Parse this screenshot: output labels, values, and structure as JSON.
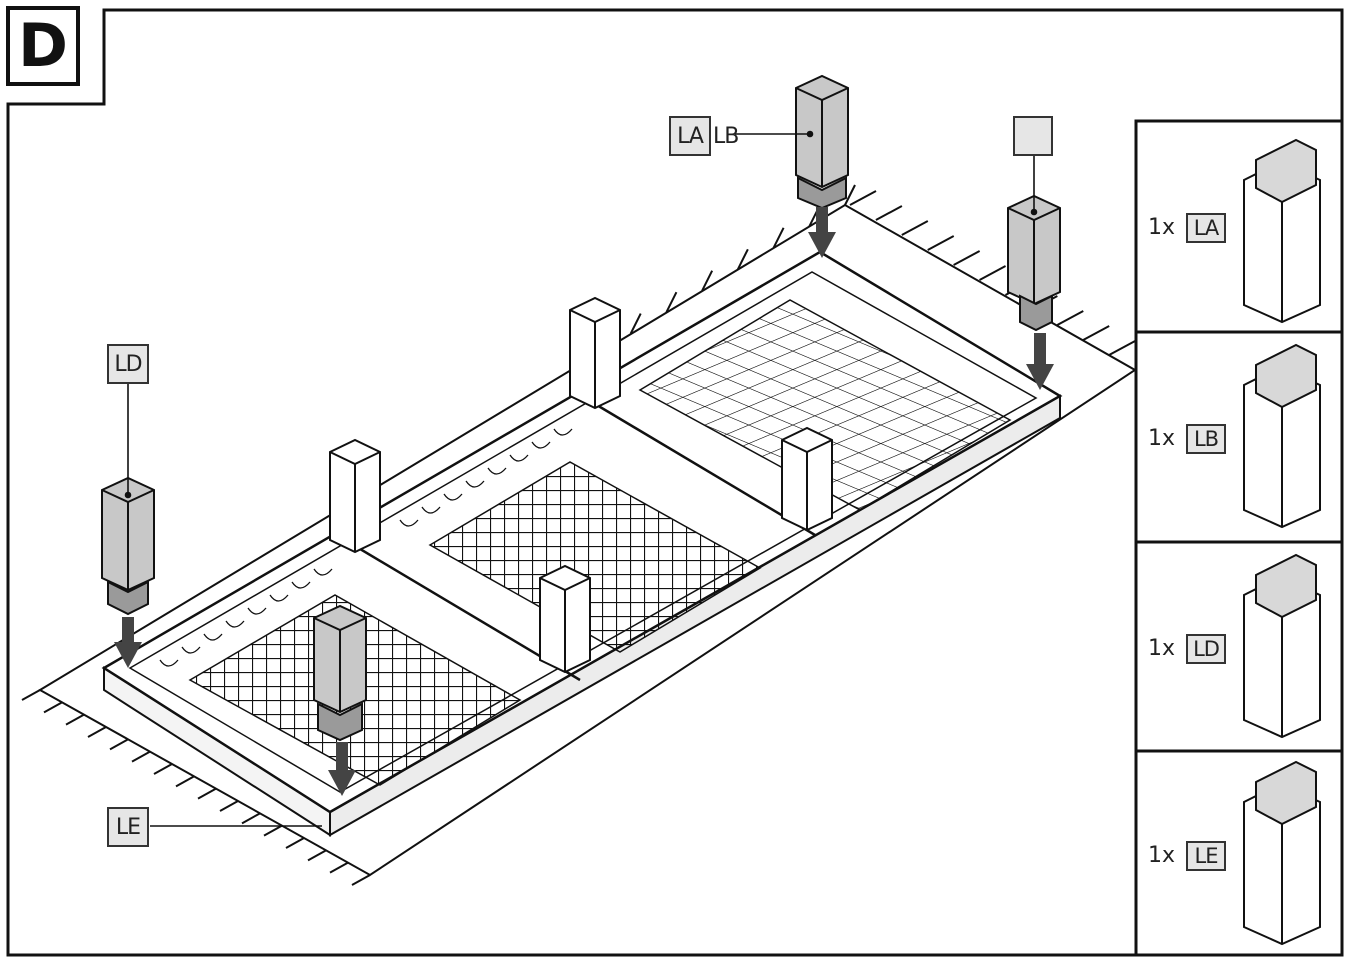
{
  "step": {
    "letter": "D"
  },
  "callouts": {
    "la": "LA",
    "lb": "LB",
    "blank": "",
    "ld": "LD",
    "le": "LE"
  },
  "parts": [
    {
      "qty": "1x",
      "code": "LA"
    },
    {
      "qty": "1x",
      "code": "LB"
    },
    {
      "qty": "1x",
      "code": "LD"
    },
    {
      "qty": "1x",
      "code": "LE"
    }
  ],
  "colors": {
    "line": "#111111",
    "leg_gray": "#c8c8c8",
    "leg_dark": "#9a9a9a",
    "label_bg": "#e6e6e6",
    "arrow": "#444444"
  }
}
